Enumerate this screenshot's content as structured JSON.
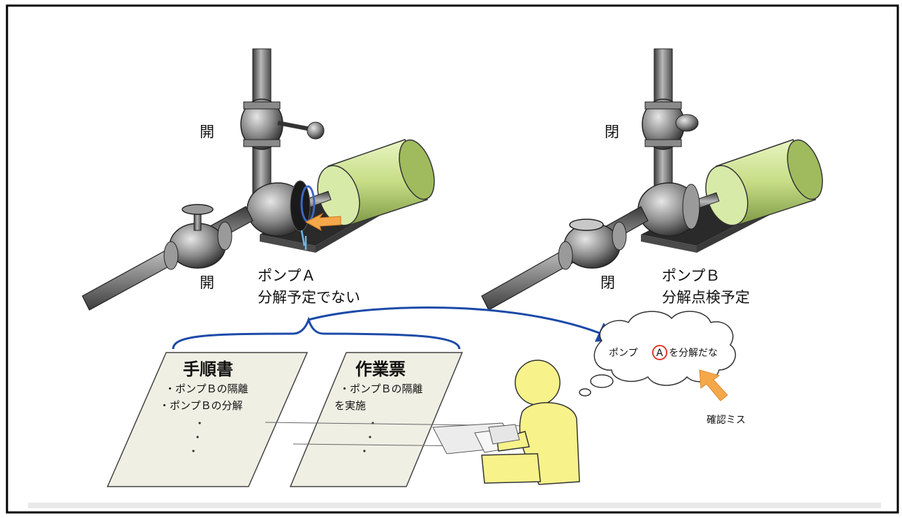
{
  "pump_a": {
    "valve_top": "開",
    "valve_bottom": "開",
    "title": "ポンプＡ",
    "status": "分解予定でない"
  },
  "pump_b": {
    "valve_top": "閉",
    "valve_bottom": "閉",
    "title": "ポンプＢ",
    "status": "分解点検予定"
  },
  "procedure_doc": {
    "title": "手順書",
    "lines": [
      "・ポンプＢの隔離",
      "・ポンプＢの分解"
    ]
  },
  "work_ticket": {
    "title": "作業票",
    "lines": [
      "・ポンプＢの隔離",
      "を実施"
    ]
  },
  "thought": {
    "before": "ポンプ",
    "circled": "A",
    "after": "を分解だな"
  },
  "error_label": "確認ミス",
  "colors": {
    "motor": "#cfe39a",
    "worker": "#f7f28a",
    "doc": "#f0efe4",
    "link": "#1c4aa8",
    "arrow": "#f5a84a",
    "circle": "#e0392b"
  }
}
